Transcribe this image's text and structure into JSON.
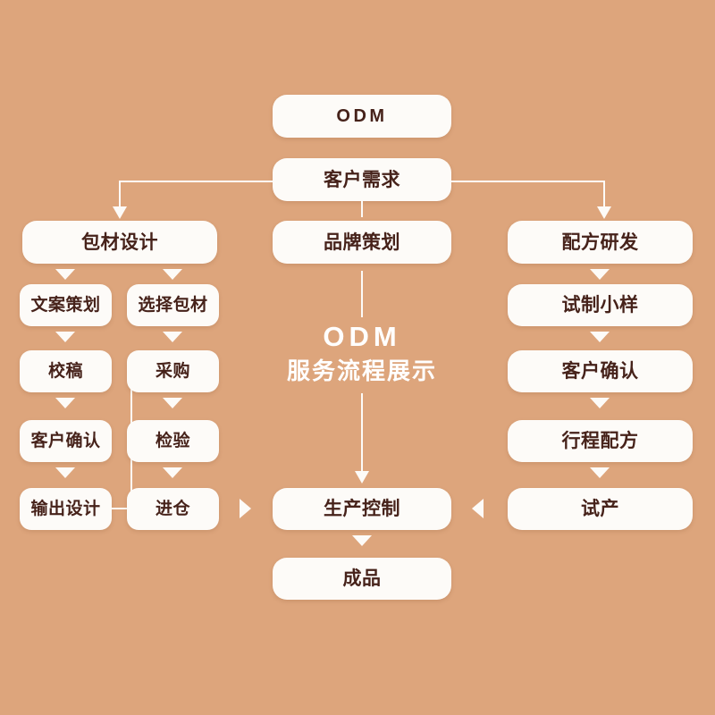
{
  "meta": {
    "background_color": "#dda57c",
    "card_color": "#fdfbf8",
    "text_color": "#46221a",
    "line_color": "#fdfbf8"
  },
  "center_title": {
    "line1": "ODM",
    "line2": "服务流程展示"
  },
  "nodes": {
    "odm": "ODM",
    "customer_demand": "客户需求",
    "packaging_design": "包材设计",
    "brand_planning": "品牌策划",
    "formula_rd": "配方研发",
    "copywriting": "文案策划",
    "select_packaging": "选择包材",
    "proofreading": "校稿",
    "purchasing": "采购",
    "customer_confirm_left": "客户确认",
    "inspection": "检验",
    "output_design": "输出设计",
    "warehousing": "进仓",
    "trial_sample": "试制小样",
    "customer_confirm_right": "客户确认",
    "schedule_formula": "行程配方",
    "trial_production": "试产",
    "production_control": "生产控制",
    "finished_product": "成品"
  },
  "chart_data": {
    "type": "diagram",
    "title": "ODM 服务流程展示",
    "columns": [
      {
        "name": "packaging",
        "head": "包材设计",
        "branch_a": [
          "文案策划",
          "校稿",
          "客户确认",
          "输出设计"
        ],
        "branch_b": [
          "选择包材",
          "采购",
          "检验",
          "进仓"
        ]
      },
      {
        "name": "brand",
        "head": "品牌策划",
        "steps": []
      },
      {
        "name": "formula",
        "head": "配方研发",
        "steps": [
          "试制小样",
          "客户确认",
          "行程配方",
          "试产"
        ]
      }
    ],
    "root": "ODM",
    "root_child": "客户需求",
    "merge_node": "生产控制",
    "terminal_node": "成品",
    "edges": [
      {
        "from": "ODM",
        "to": "客户需求"
      },
      {
        "from": "客户需求",
        "to": "包材设计"
      },
      {
        "from": "客户需求",
        "to": "品牌策划"
      },
      {
        "from": "客户需求",
        "to": "配方研发"
      },
      {
        "from": "包材设计",
        "to": "文案策划"
      },
      {
        "from": "包材设计",
        "to": "选择包材"
      },
      {
        "from": "文案策划",
        "to": "校稿"
      },
      {
        "from": "校稿",
        "to": "客户确认"
      },
      {
        "from": "客户确认",
        "to": "输出设计"
      },
      {
        "from": "输出设计",
        "to": "采购"
      },
      {
        "from": "选择包材",
        "to": "采购"
      },
      {
        "from": "采购",
        "to": "检验"
      },
      {
        "from": "检验",
        "to": "进仓"
      },
      {
        "from": "进仓",
        "to": "生产控制"
      },
      {
        "from": "品牌策划",
        "to": "生产控制"
      },
      {
        "from": "配方研发",
        "to": "试制小样"
      },
      {
        "from": "试制小样",
        "to": "客户确认"
      },
      {
        "from": "客户确认",
        "to": "行程配方"
      },
      {
        "from": "行程配方",
        "to": "试产"
      },
      {
        "from": "试产",
        "to": "生产控制"
      },
      {
        "from": "生产控制",
        "to": "成品"
      }
    ]
  }
}
